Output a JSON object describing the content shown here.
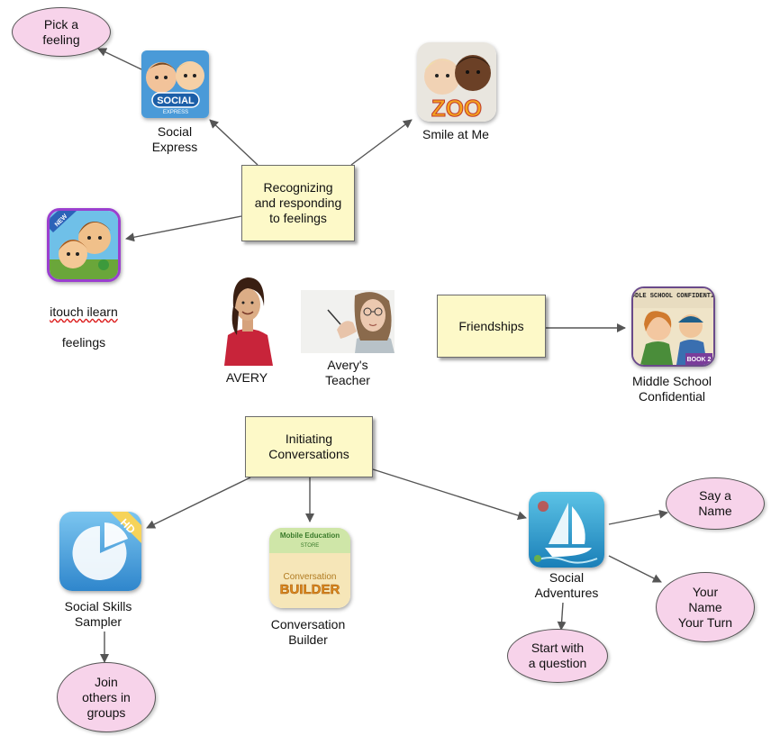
{
  "notes": {
    "recognizing": "Recognizing\nand responding\nto feelings",
    "friendships": "Friendships",
    "initiating": "Initiating\nConversations"
  },
  "bubbles": {
    "pick_feeling": "Pick a\nfeeling",
    "say_name": "Say a\nName",
    "your_name": "Your\nName\nYour Turn",
    "start_question": "Start with\na question",
    "join_groups": "Join\nothers in\ngroups"
  },
  "apps": {
    "social_express": {
      "label": "Social\nExpress",
      "icon_text": "SOCIAL",
      "icon_subtext": "EXPRESS",
      "icon": "social-express-app-icon"
    },
    "smile_at_me": {
      "label": "Smile at Me",
      "icon_text": "ZOO",
      "icon": "smile-at-me-app-icon"
    },
    "itouch_ilearn": {
      "label_line1": "itouch ilearn",
      "label_line2": "feelings",
      "icon_badge": "NEW",
      "icon": "itouch-ilearn-feelings-app-icon"
    },
    "middle_school": {
      "label": "Middle School\nConfidential",
      "icon_title": "MIDDLE SCHOOL CONFIDENTIAL",
      "icon_badge": "BOOK 2",
      "icon": "middle-school-confidential-app-icon"
    },
    "social_skills": {
      "label": "Social Skills\nSampler",
      "icon_badge": "HD",
      "icon": "social-skills-sampler-app-icon"
    },
    "conversation_builder": {
      "label": "Conversation\nBuilder",
      "icon_top": "Mobile Education",
      "icon_top2": "STORE",
      "icon_mid": "Conversation",
      "icon_main": "BUILDER",
      "icon": "conversation-builder-app-icon"
    },
    "social_adventures": {
      "label": "Social\nAdventures",
      "icon": "social-adventures-app-icon"
    }
  },
  "people": {
    "avery": {
      "label": "AVERY",
      "icon": "avery-photo"
    },
    "teacher": {
      "label": "Avery's\nTeacher",
      "icon": "teacher-photo"
    }
  },
  "colors": {
    "note_fill": "#fdf9c8",
    "bubble_fill": "#f7d3ea",
    "arrow": "#555555"
  }
}
